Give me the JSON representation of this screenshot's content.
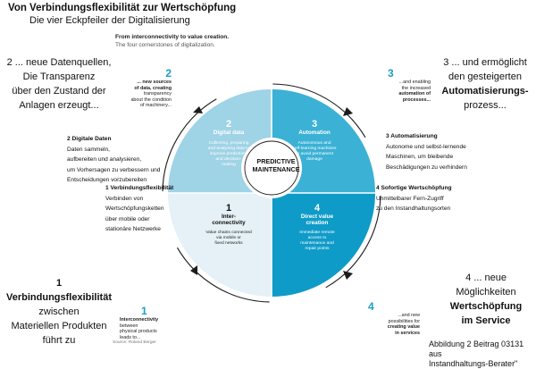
{
  "title": "Von Verbindungsflexibilität zur Wertschöpfung",
  "subtitle": "Die vier Eckpfeiler der Digitalisierung",
  "english_heading": "From interconnectivity to value creation.",
  "english_subheading": "The four cornerstones of digitalization.",
  "center_label": [
    "PREDICTIVE",
    "MAINTENANCE"
  ],
  "quadrants": [
    {
      "num": "1",
      "head": [
        "Inter-",
        "connectivity"
      ],
      "body": [
        "Value chains connected",
        "via mobile or",
        "fixed networks"
      ]
    },
    {
      "num": "2",
      "head": [
        "Digital data"
      ],
      "body": [
        "Collecting, preparing",
        "and analyzing data to",
        "improve predictions",
        "and decision-",
        "making"
      ]
    },
    {
      "num": "3",
      "head": [
        "Automation"
      ],
      "body": [
        "Autonomous and",
        "self-learning machines",
        "to avoid permanent",
        "damage"
      ]
    },
    {
      "num": "4",
      "head": [
        "Direct value",
        "creation"
      ],
      "body": [
        "Immediate remote",
        "access to",
        "maintenance and",
        "repair points"
      ]
    }
  ],
  "captions": [
    {
      "num": "1",
      "lines": [
        "Interconnectivity",
        "between",
        "physical products",
        "leads to..."
      ]
    },
    {
      "num": "2",
      "lines": [
        "... new sources",
        "of data, creating",
        "transparency",
        "about the condition",
        "of machinery..."
      ]
    },
    {
      "num": "3",
      "lines": [
        "...and enabling",
        "the increased",
        "automation of",
        "processes..."
      ]
    },
    {
      "num": "4",
      "lines": [
        "...and new",
        "possibilities for",
        "creating value",
        "in services"
      ]
    }
  ],
  "german_large": {
    "tl": [
      "2 ... neue Datenquellen,",
      "Die Transparenz",
      "über den Zustand der",
      "Anlagen erzeugt..."
    ],
    "tr": [
      "3 ... und ermöglicht",
      "den gesteigerten",
      "Automatisierungs-",
      "prozess..."
    ],
    "bl": [
      "1 Verbindungsflexibilität",
      "zwischen",
      "Materiellen Produkten",
      "führt zu"
    ],
    "br": [
      "4 ... neue Möglichkeiten",
      "Wertschöpfung",
      "im Service"
    ]
  },
  "german_small": {
    "left_top": [
      "2 Digitale Daten",
      "Daten sammeln,",
      "aufbereiten und analysieren,",
      "um Vorhersagen zu verbessern und",
      "Entscheidungen vorzubereiten"
    ],
    "left_bottom": [
      "1 Verbindungsflexibilität",
      "Verbinden von",
      "Wertschöpfungsketten",
      "über mobile oder",
      "stationäre Netzwerke"
    ],
    "right_top": [
      "3 Automatisierung",
      "Autonome und selbst-lernende",
      "Maschinen, um bleibende",
      "Beschädigungen zu verhindern"
    ],
    "right_bottom": [
      "4 Sofortige Wertschöpfung",
      "Unmittelbarer Fern-Zugriff",
      "zu den Instandhaltungsorten"
    ]
  },
  "source": "Source: Roland Berger",
  "footer": [
    "Abbildung 2 Beitrag 03131 aus",
    "Instandhaltungs-Berater\""
  ],
  "colors": {
    "q1": "#e5f1f6",
    "q2": "#9fd3e6",
    "q3": "#3bb1d5",
    "q4": "#0f9bc8",
    "accent": "#1a9ec9"
  }
}
